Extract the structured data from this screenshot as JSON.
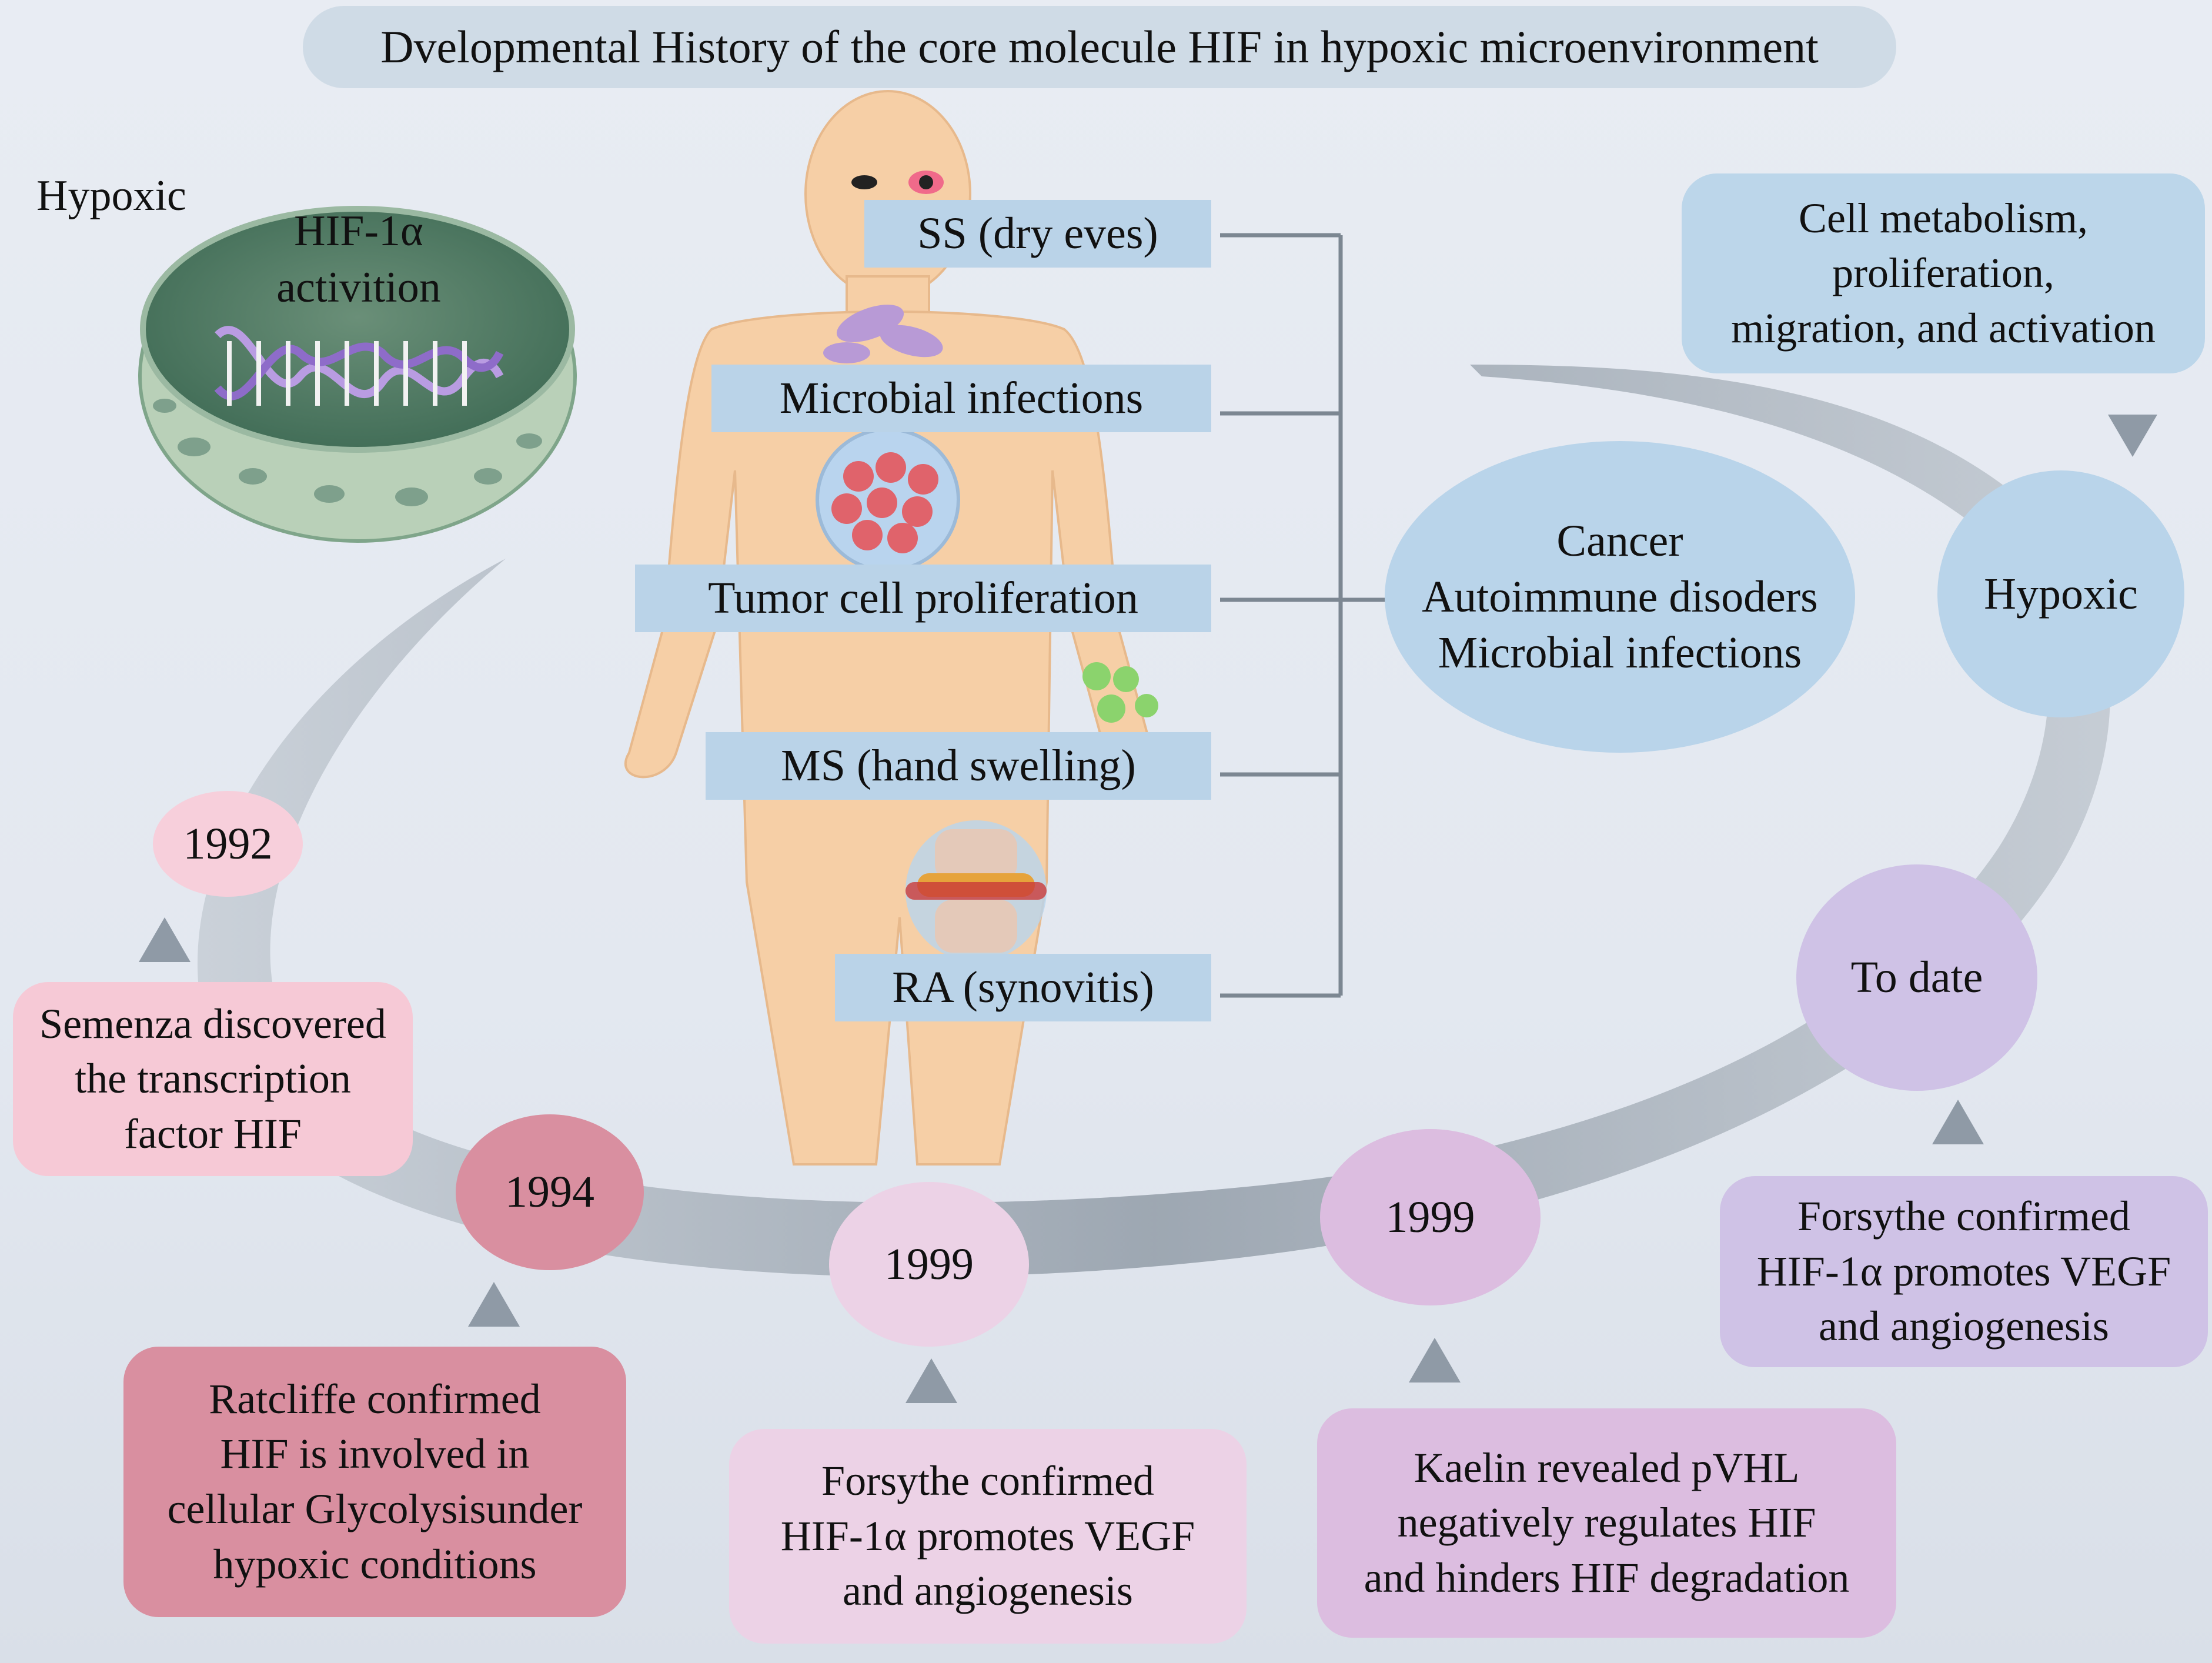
{
  "title": "Dvelopmental History of the core molecule HIF in hypoxic microenvironment",
  "cell": {
    "caption": "Hypoxic",
    "nucleus_line1": "HIF-1α",
    "nucleus_line2": "activition",
    "dna_icon": "dna-icon"
  },
  "body_labels": [
    {
      "text": "SS (dry eves)"
    },
    {
      "text": "Microbial infections"
    },
    {
      "text": "Tumor cell proliferation"
    },
    {
      "text": "MS (hand swelling)"
    },
    {
      "text": "RA (synovitis)"
    }
  ],
  "disease_group": {
    "line1": "Cancer",
    "line2": "Autoimmune disoders",
    "line3": "Microbial infections"
  },
  "effect_box": {
    "line1": "Cell metabolism,",
    "line2": "proliferation,",
    "line3": "migration, and activation"
  },
  "hypoxic_node": "Hypoxic",
  "timeline": [
    {
      "year": "1992",
      "text_lines": [
        "Semenza discovered",
        "the transcription",
        "factor HIF"
      ],
      "color": "#f6c9d6"
    },
    {
      "year": "1994",
      "text_lines": [
        "Ratcliffe confirmed",
        "HIF is involved in",
        "cellular Glycolysisunder",
        "hypoxic conditions"
      ],
      "color": "#d98fa0"
    },
    {
      "year": "1999",
      "text_lines": [
        "Forsythe confirmed",
        "HIF-1α promotes VEGF",
        "and angiogenesis"
      ],
      "color": "#ecd2e6"
    },
    {
      "year": "1999",
      "text_lines": [
        "Kaelin revealed pVHL",
        "negatively regulates HIF",
        "and hinders HIF degradation"
      ],
      "color": "#dcbde0"
    },
    {
      "year": "To date",
      "text_lines": [
        "Forsythe confirmed",
        "HIF-1α promotes VEGF",
        "and angiogenesis"
      ],
      "color": "#cfc2e6"
    }
  ],
  "colors": {
    "label_blue": "#bad3e8",
    "pill_blue": "#bfd6ea",
    "arrow_gray": "#a9b2bd",
    "skin": "#f6cfa6"
  }
}
